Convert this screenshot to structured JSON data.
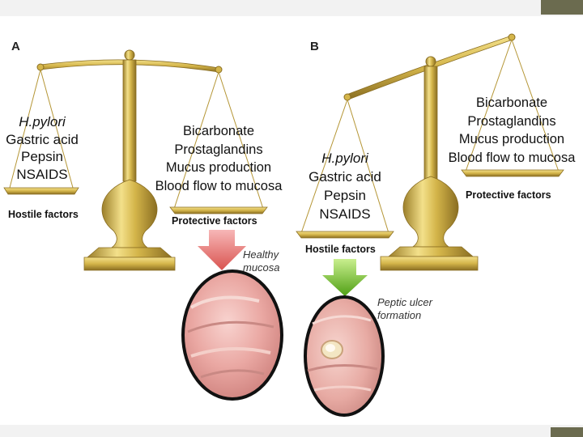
{
  "colors": {
    "background": "#f2f2f2",
    "panel": "#ffffff",
    "gold_light": "#f0dc80",
    "gold_mid": "#d4b54a",
    "gold_dark": "#9c7f2a",
    "corner_accent": "#6b6b4f",
    "arrow_healthy": "#e8787a",
    "arrow_ulcer": "#6fbf2a",
    "mucosa": "#e9a7a4"
  },
  "panel_a": {
    "letter": "A",
    "hostile_items": [
      "H.pylori",
      "Gastric acid",
      "Pepsin",
      "NSAIDS"
    ],
    "hostile_caption": "Hostile factors",
    "protective_items": [
      "Bicarbonate",
      "Prostaglandins",
      "Mucus production",
      "Blood flow to mucosa"
    ],
    "protective_caption": "Protective factors",
    "outcome": [
      "Healthy",
      "mucosa"
    ]
  },
  "panel_b": {
    "letter": "B",
    "hostile_items": [
      "H.pylori",
      "Gastric acid",
      "Pepsin",
      "NSAIDS"
    ],
    "hostile_caption": "Hostile factors",
    "protective_items": [
      "Bicarbonate",
      "Prostaglandins",
      "Mucus production",
      "Blood flow to mucosa"
    ],
    "protective_caption": "Protective factors",
    "outcome": [
      "Peptic ulcer",
      "formation"
    ]
  }
}
